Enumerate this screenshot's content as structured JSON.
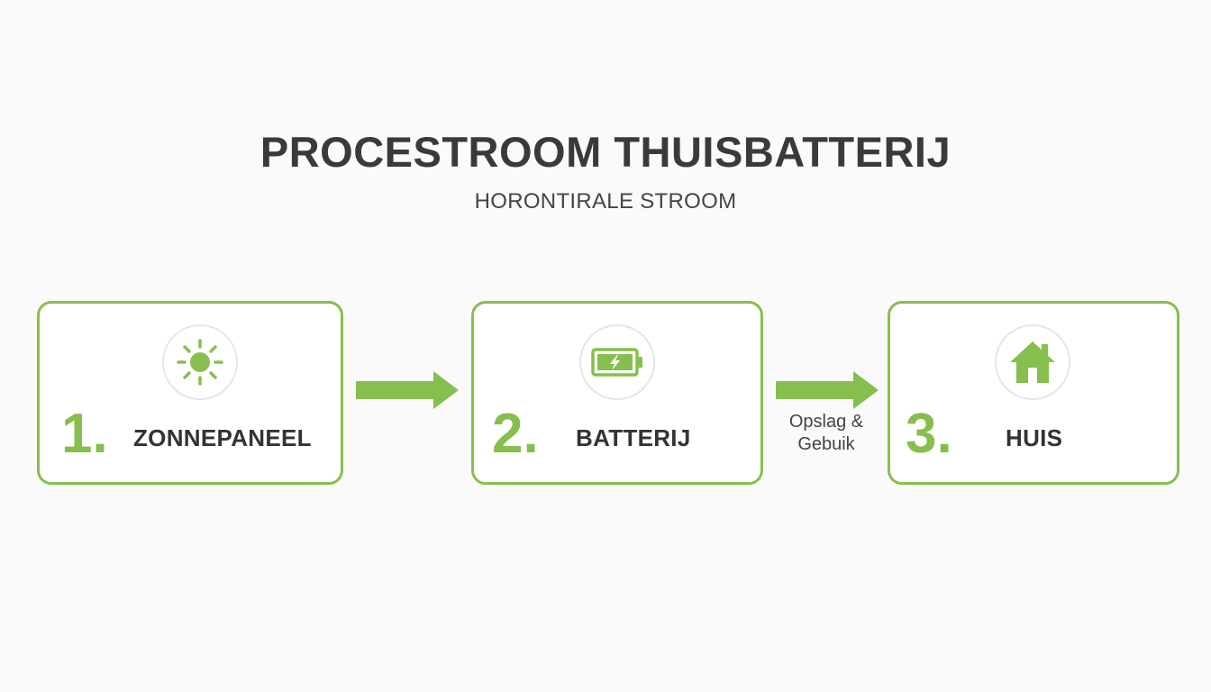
{
  "header": {
    "title": "PROCESTROOM THUISBATTERIJ",
    "subtitle": "HORONTIRALE STROOM"
  },
  "steps": [
    {
      "number": "1.",
      "label": "ZONNEPANEEL",
      "icon": "sun-icon"
    },
    {
      "number": "2.",
      "label": "BATTERIJ",
      "icon": "battery-charging-icon"
    },
    {
      "number": "3.",
      "label": "HUIS",
      "icon": "house-icon"
    }
  ],
  "connectors": [
    {
      "caption_line1": "",
      "caption_line2": ""
    },
    {
      "caption_line1": "Opslag &",
      "caption_line2": "Gebuik"
    }
  ],
  "colors": {
    "accent": "#86bf4d",
    "text": "#333333",
    "background": "#fafafa"
  }
}
